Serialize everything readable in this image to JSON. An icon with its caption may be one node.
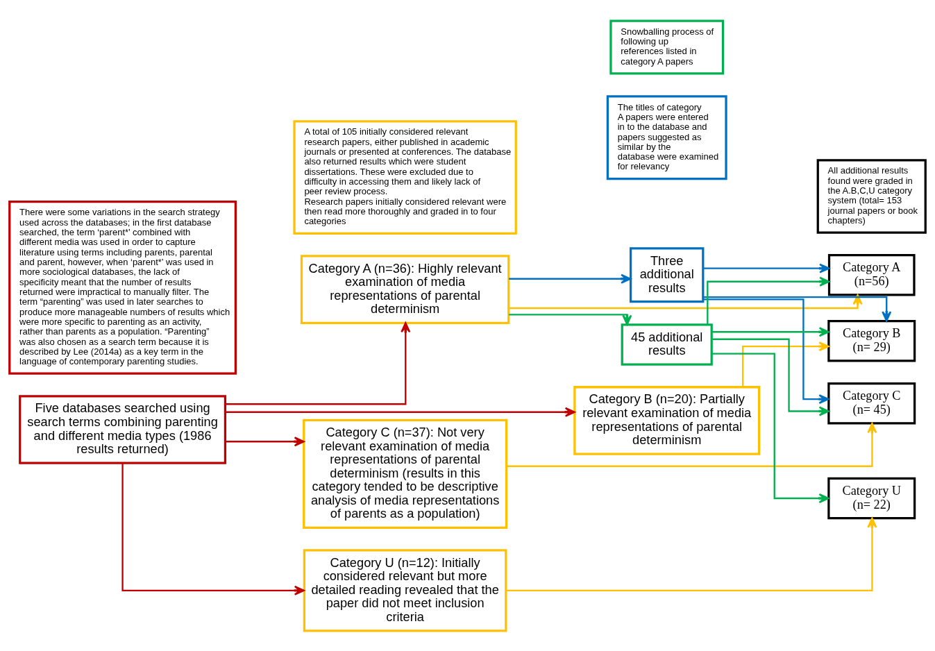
{
  "diagram": {
    "nodes": [
      {
        "text": [
          "Five databases searched using search terms combining parenting and different media types (1986 results returned)"
        ]
      },
      {
        "text": [
          "Category A (n=36): Highly relevant examination of media representations of parental determinism"
        ]
      },
      {
        "text": [
          "Category B (n=20): Partially relevant examination of media representations of parental determinism"
        ]
      },
      {
        "text": [
          "Category C (n=37): Not very relevant examination of media representations of parental determinism (results in this category tended to be descriptive analysis of media representations of parents as a population)"
        ]
      },
      {
        "text": [
          "Category U (n=12): Initially considered relevant but more detailed reading revealed that the paper did not meet inclusion criteria"
        ]
      },
      {
        "text": [
          "Three additional results"
        ]
      },
      {
        "text": [
          "45 additional results"
        ]
      },
      {
        "text": [
          "Category A",
          "(n=56)"
        ]
      },
      {
        "text": [
          "Category B",
          "(n= 29)"
        ]
      },
      {
        "text": [
          "Category C",
          "(n= 45)"
        ]
      },
      {
        "text": [
          "Category U",
          "(n= 22)"
        ]
      },
      {
        "text": [
          "There were some variations in the search strategy used across the databases; in the first database searched, the term ‘parent*’ combined with different media was used in order to capture literature using terms including parents, parental and parent, however, when ‘parent*’ was used in more sociological databases, the lack of specificity meant that the number of results returned were impractical to manually filter. The term “parenting” was used in later searches to produce more manageable numbers of results which were more specific to parenting as an activity, rather than parents as a population. “Parenting” was also chosen as a search term because it is described by Lee (2014a) as a key term in the language of contemporary parenting studies."
        ]
      },
      {
        "text": [
          "A total of 105 initially considered relevant research papers, either published in academic journals or presented at conferences. The database also returned results which were student dissertations. These were excluded due to difficulty in accessing them and likely lack of peer review process.",
          "Research papers initially considered relevant were then read more thoroughly and graded in to four categories"
        ]
      },
      {
        "text": [
          "The titles of category A papers were entered in to the database and papers suggested as similar by the database were examined for relevancy"
        ]
      },
      {
        "text": [
          "Snowballing process of following up references listed in category A papers"
        ]
      },
      {
        "text": [
          "All additional results found were graded in the A.B,C,U category system (total= 153 journal papers or book chapters)"
        ]
      }
    ],
    "edges": [
      {
        "from": 0,
        "to": 1,
        "arrow": "to",
        "color": "#c00000"
      },
      {
        "from": 0,
        "to": 2,
        "arrow": "to",
        "color": "#c00000"
      },
      {
        "from": 0,
        "to": 3,
        "arrow": "to",
        "color": "#c00000"
      },
      {
        "from": 0,
        "to": 4,
        "arrow": "to",
        "color": "#c00000"
      },
      {
        "from": 1,
        "to": 7,
        "arrow": "to",
        "color": "#ffc000"
      },
      {
        "from": 1,
        "to": 5,
        "arrow": "to",
        "color": "#0070c0"
      },
      {
        "from": 1,
        "to": 6,
        "arrow": "to",
        "color": "#00b050"
      },
      {
        "from": 2,
        "to": 8,
        "arrow": "to",
        "color": "#ffc000"
      },
      {
        "from": 3,
        "to": 9,
        "arrow": "to",
        "color": "#ffc000"
      },
      {
        "from": 4,
        "to": 10,
        "arrow": "to",
        "color": "#ffc000"
      },
      {
        "from": 5,
        "to": 7,
        "arrow": "to",
        "color": "#0070c0"
      },
      {
        "from": 5,
        "to": 8,
        "arrow": "to",
        "color": "#0070c0"
      },
      {
        "from": 5,
        "to": 9,
        "arrow": "to",
        "color": "#0070c0"
      },
      {
        "from": 6,
        "to": 7,
        "arrow": "to",
        "color": "#00b050"
      },
      {
        "from": 6,
        "to": 8,
        "arrow": "to",
        "color": "#00b050"
      },
      {
        "from": 6,
        "to": 9,
        "arrow": "to",
        "color": "#00b050"
      },
      {
        "from": 6,
        "to": 10,
        "arrow": "to",
        "color": "#00b050"
      }
    ]
  }
}
